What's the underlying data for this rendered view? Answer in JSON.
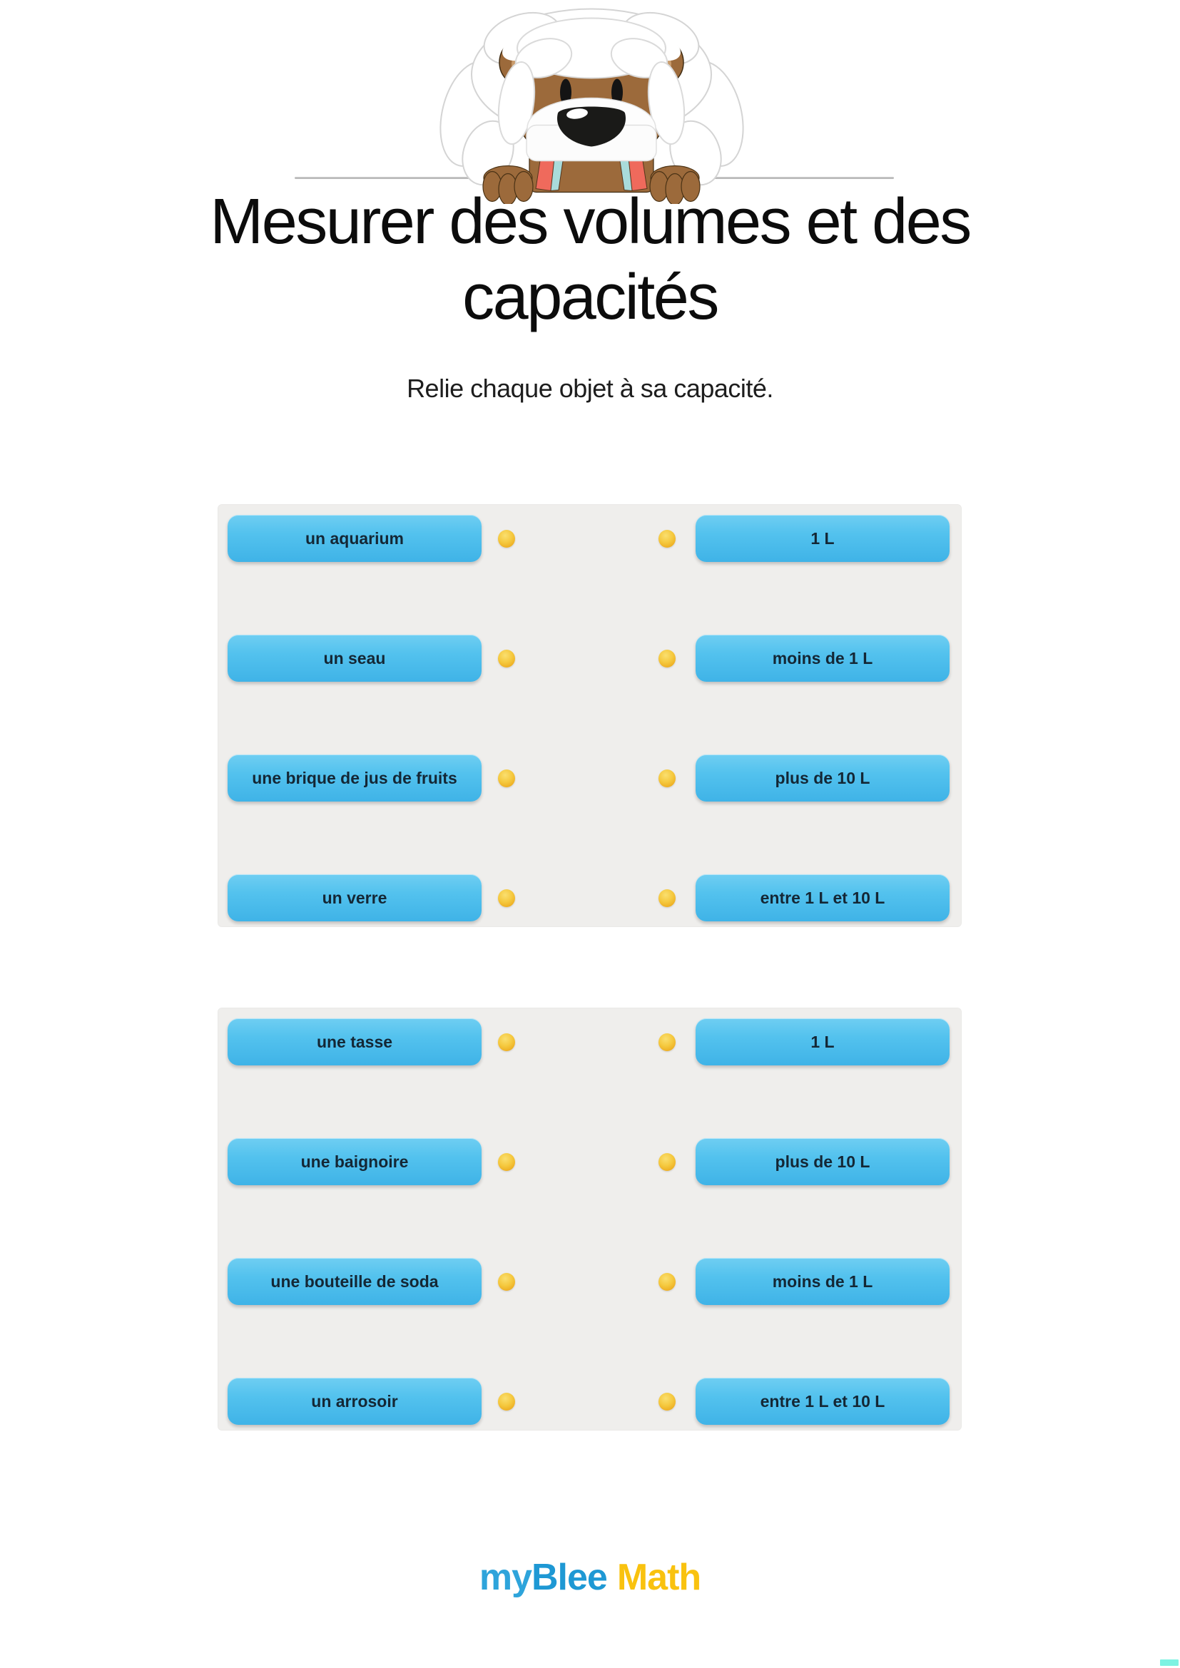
{
  "header": {
    "title_line1": "Mesurer des volumes et des",
    "title_line2": "capacités",
    "subtitle": "Relie chaque objet à sa capacité."
  },
  "exercise": {
    "panels": [
      {
        "rows": [
          {
            "left": "un aquarium",
            "right": "1 L"
          },
          {
            "left": "un seau",
            "right": "moins de 1 L"
          },
          {
            "left": "une brique de jus de fruits",
            "right": "plus de 10 L"
          },
          {
            "left": "un verre",
            "right": "entre 1 L et 10 L"
          }
        ]
      },
      {
        "rows": [
          {
            "left": "une tasse",
            "right": "1 L"
          },
          {
            "left": "une baignoire",
            "right": "plus de 10 L"
          },
          {
            "left": "une bouteille de soda",
            "right": "moins de 1 L"
          },
          {
            "left": "un arrosoir",
            "right": "entre 1 L et 10 L"
          }
        ]
      }
    ],
    "colors": {
      "button_blue_top": "#6fcef2",
      "button_blue_bottom": "#3fb3e7",
      "button_text": "#142735",
      "dot_gold": "#eeb126",
      "panel_background": "#efeeec"
    }
  },
  "footer": {
    "logo_my": "my",
    "logo_blee": "Blee",
    "logo_math": "Math",
    "logo_blue": "#1e98d4",
    "logo_yellow": "#f9c20f"
  },
  "icons": {
    "mascot": "bear-mascot-icon"
  }
}
